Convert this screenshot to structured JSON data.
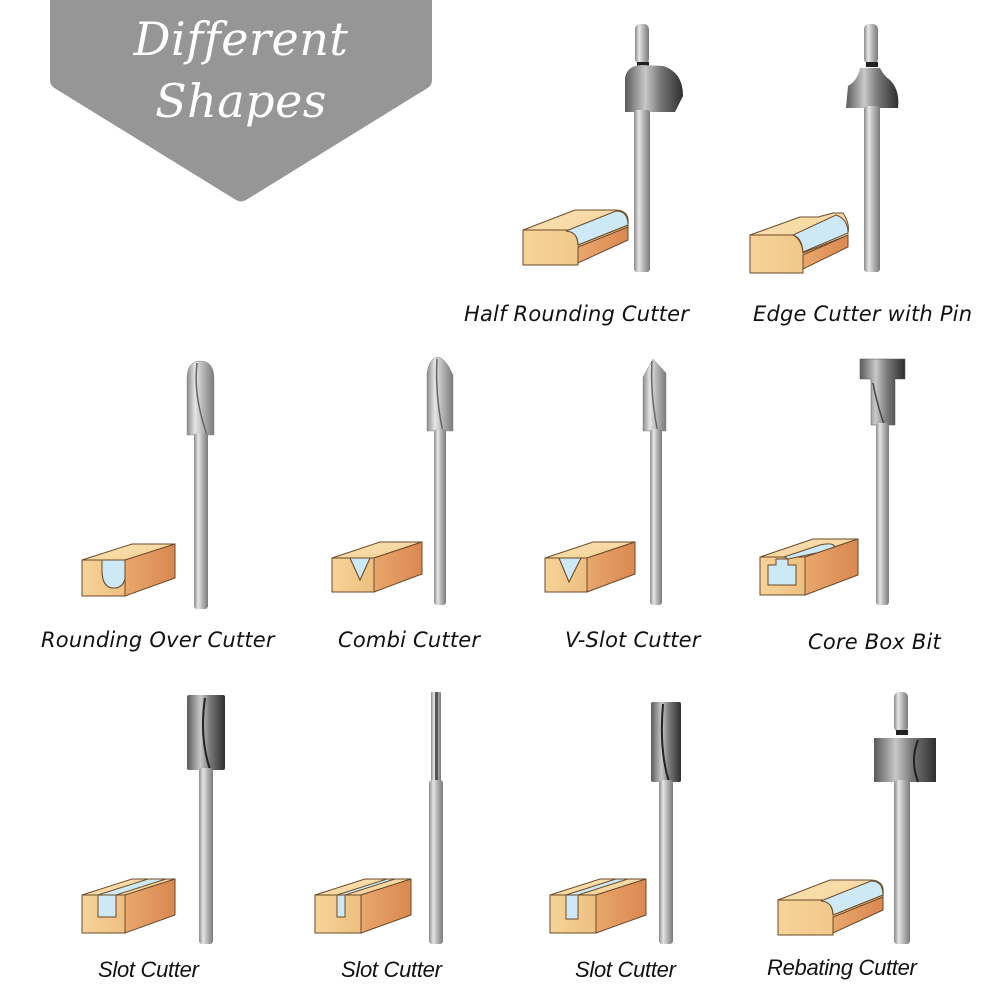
{
  "banner": {
    "line1": "Different",
    "line2": "Shapes",
    "color": "#969696"
  },
  "colors": {
    "steel_light": "#d8d8d8",
    "steel_mid": "#a8a8a8",
    "steel_dark": "#3c3c3c",
    "wood_light": "#f4d39a",
    "wood_dark": "#e0935a",
    "cut_blue": "#bfe2f2"
  },
  "products": [
    {
      "name": "Half Rounding Cutter",
      "icon": "half-rounding-cutter-bit"
    },
    {
      "name": "Edge Cutter with Pin",
      "icon": "edge-cutter-with-pin-bit"
    },
    {
      "name": "Rounding Over Cutter",
      "icon": "rounding-over-cutter-bit"
    },
    {
      "name": "Combi Cutter",
      "icon": "combi-cutter-bit"
    },
    {
      "name": "V-Slot Cutter",
      "icon": "v-slot-cutter-bit"
    },
    {
      "name": "Core Box Bit",
      "icon": "core-box-bit"
    },
    {
      "name": "Slot Cutter",
      "icon": "slot-cutter-bit-wide"
    },
    {
      "name": "Slot Cutter",
      "icon": "slot-cutter-bit-thin"
    },
    {
      "name": "Slot Cutter",
      "icon": "slot-cutter-bit-medium"
    },
    {
      "name": "Rebating Cutter",
      "icon": "rebating-cutter-bit"
    }
  ]
}
